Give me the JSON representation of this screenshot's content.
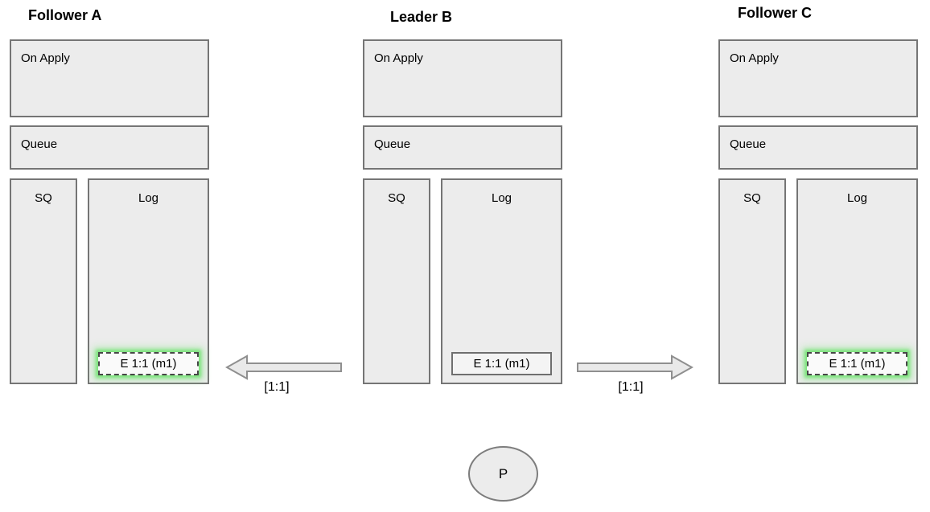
{
  "nodes": [
    {
      "title": "Follower A",
      "role": "follower",
      "boxes": {
        "on_apply_label": "On Apply",
        "queue_label": "Queue",
        "sq_label": "SQ",
        "log_label": "Log"
      },
      "log_entries": [
        {
          "text": "E 1:1 (m1)",
          "highlighted": true
        }
      ]
    },
    {
      "title": "Leader B",
      "role": "leader",
      "boxes": {
        "on_apply_label": "On Apply",
        "queue_label": "Queue",
        "sq_label": "SQ",
        "log_label": "Log"
      },
      "log_entries": [
        {
          "text": "E 1:1 (m1)",
          "highlighted": false
        }
      ]
    },
    {
      "title": "Follower C",
      "role": "follower",
      "boxes": {
        "on_apply_label": "On Apply",
        "queue_label": "Queue",
        "sq_label": "SQ",
        "log_label": "Log"
      },
      "log_entries": [
        {
          "text": "E 1:1 (m1)",
          "highlighted": true
        }
      ]
    }
  ],
  "arrows": [
    {
      "direction": "left",
      "label": "[1:1]"
    },
    {
      "direction": "right",
      "label": "[1:1]"
    }
  ],
  "process_circle": {
    "label": "P"
  },
  "colors": {
    "background": "#ffffff",
    "box_fill": "#ececec",
    "box_border": "#757575",
    "entry_fill": "#fafafa",
    "entry_highlight_glow": "#6ee26e",
    "entry_dashed_border": "#474747",
    "arrow_fill": "#e9e9e9",
    "arrow_stroke": "#8f8f8f",
    "text": "#000000"
  }
}
